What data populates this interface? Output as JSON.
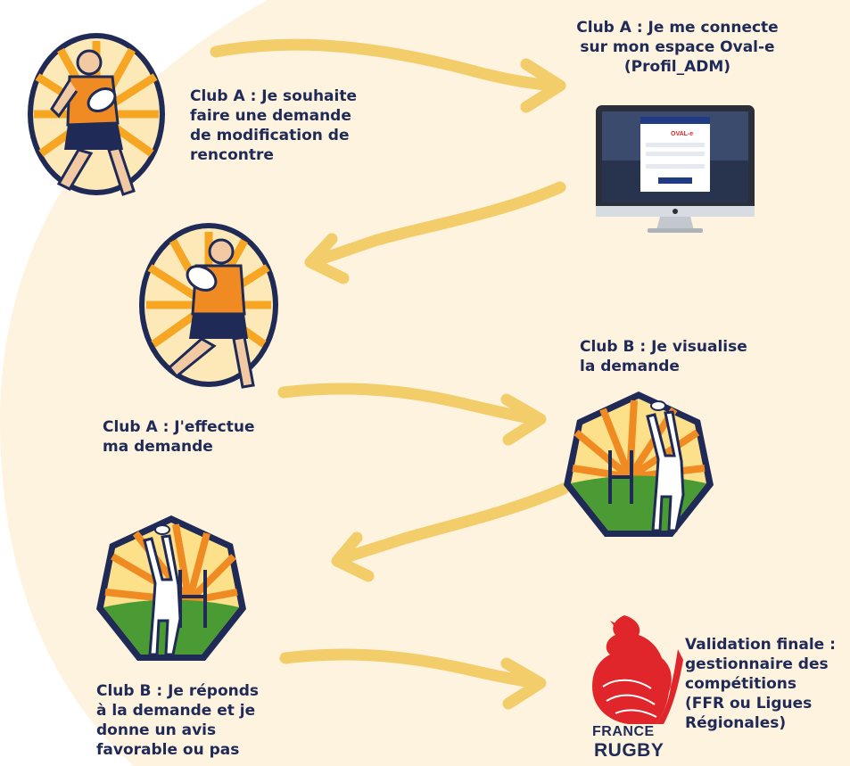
{
  "steps": {
    "a_wish": "Club A : Je souhaite\nfaire une demande\nde modification de\nrencontre",
    "a_connect": "Club A : Je me connecte\nsur mon espace Oval-e\n(Profil_ADM)",
    "a_submit": "Club A : J'effectue\nma demande",
    "b_view": "Club B : Je visualise\nla demande",
    "b_reply": "Club B : Je réponds\nà la demande et je\ndonne un avis\nfavorable ou pas",
    "final": "Validation finale :\ngestionnaire des\ncompétitions\n(FFR ou Ligues\nRégionales)"
  },
  "logo": {
    "line1": "FRANCE",
    "line2": "RUGBY"
  },
  "screen_brand": "OVAL-e",
  "colors": {
    "background": "#fdf3df",
    "arrow": "#f2cd6a",
    "text": "#1f2a56",
    "rooster": "#e0262b",
    "badge_orange": "#f08a22",
    "badge_navy": "#1f2a56"
  }
}
